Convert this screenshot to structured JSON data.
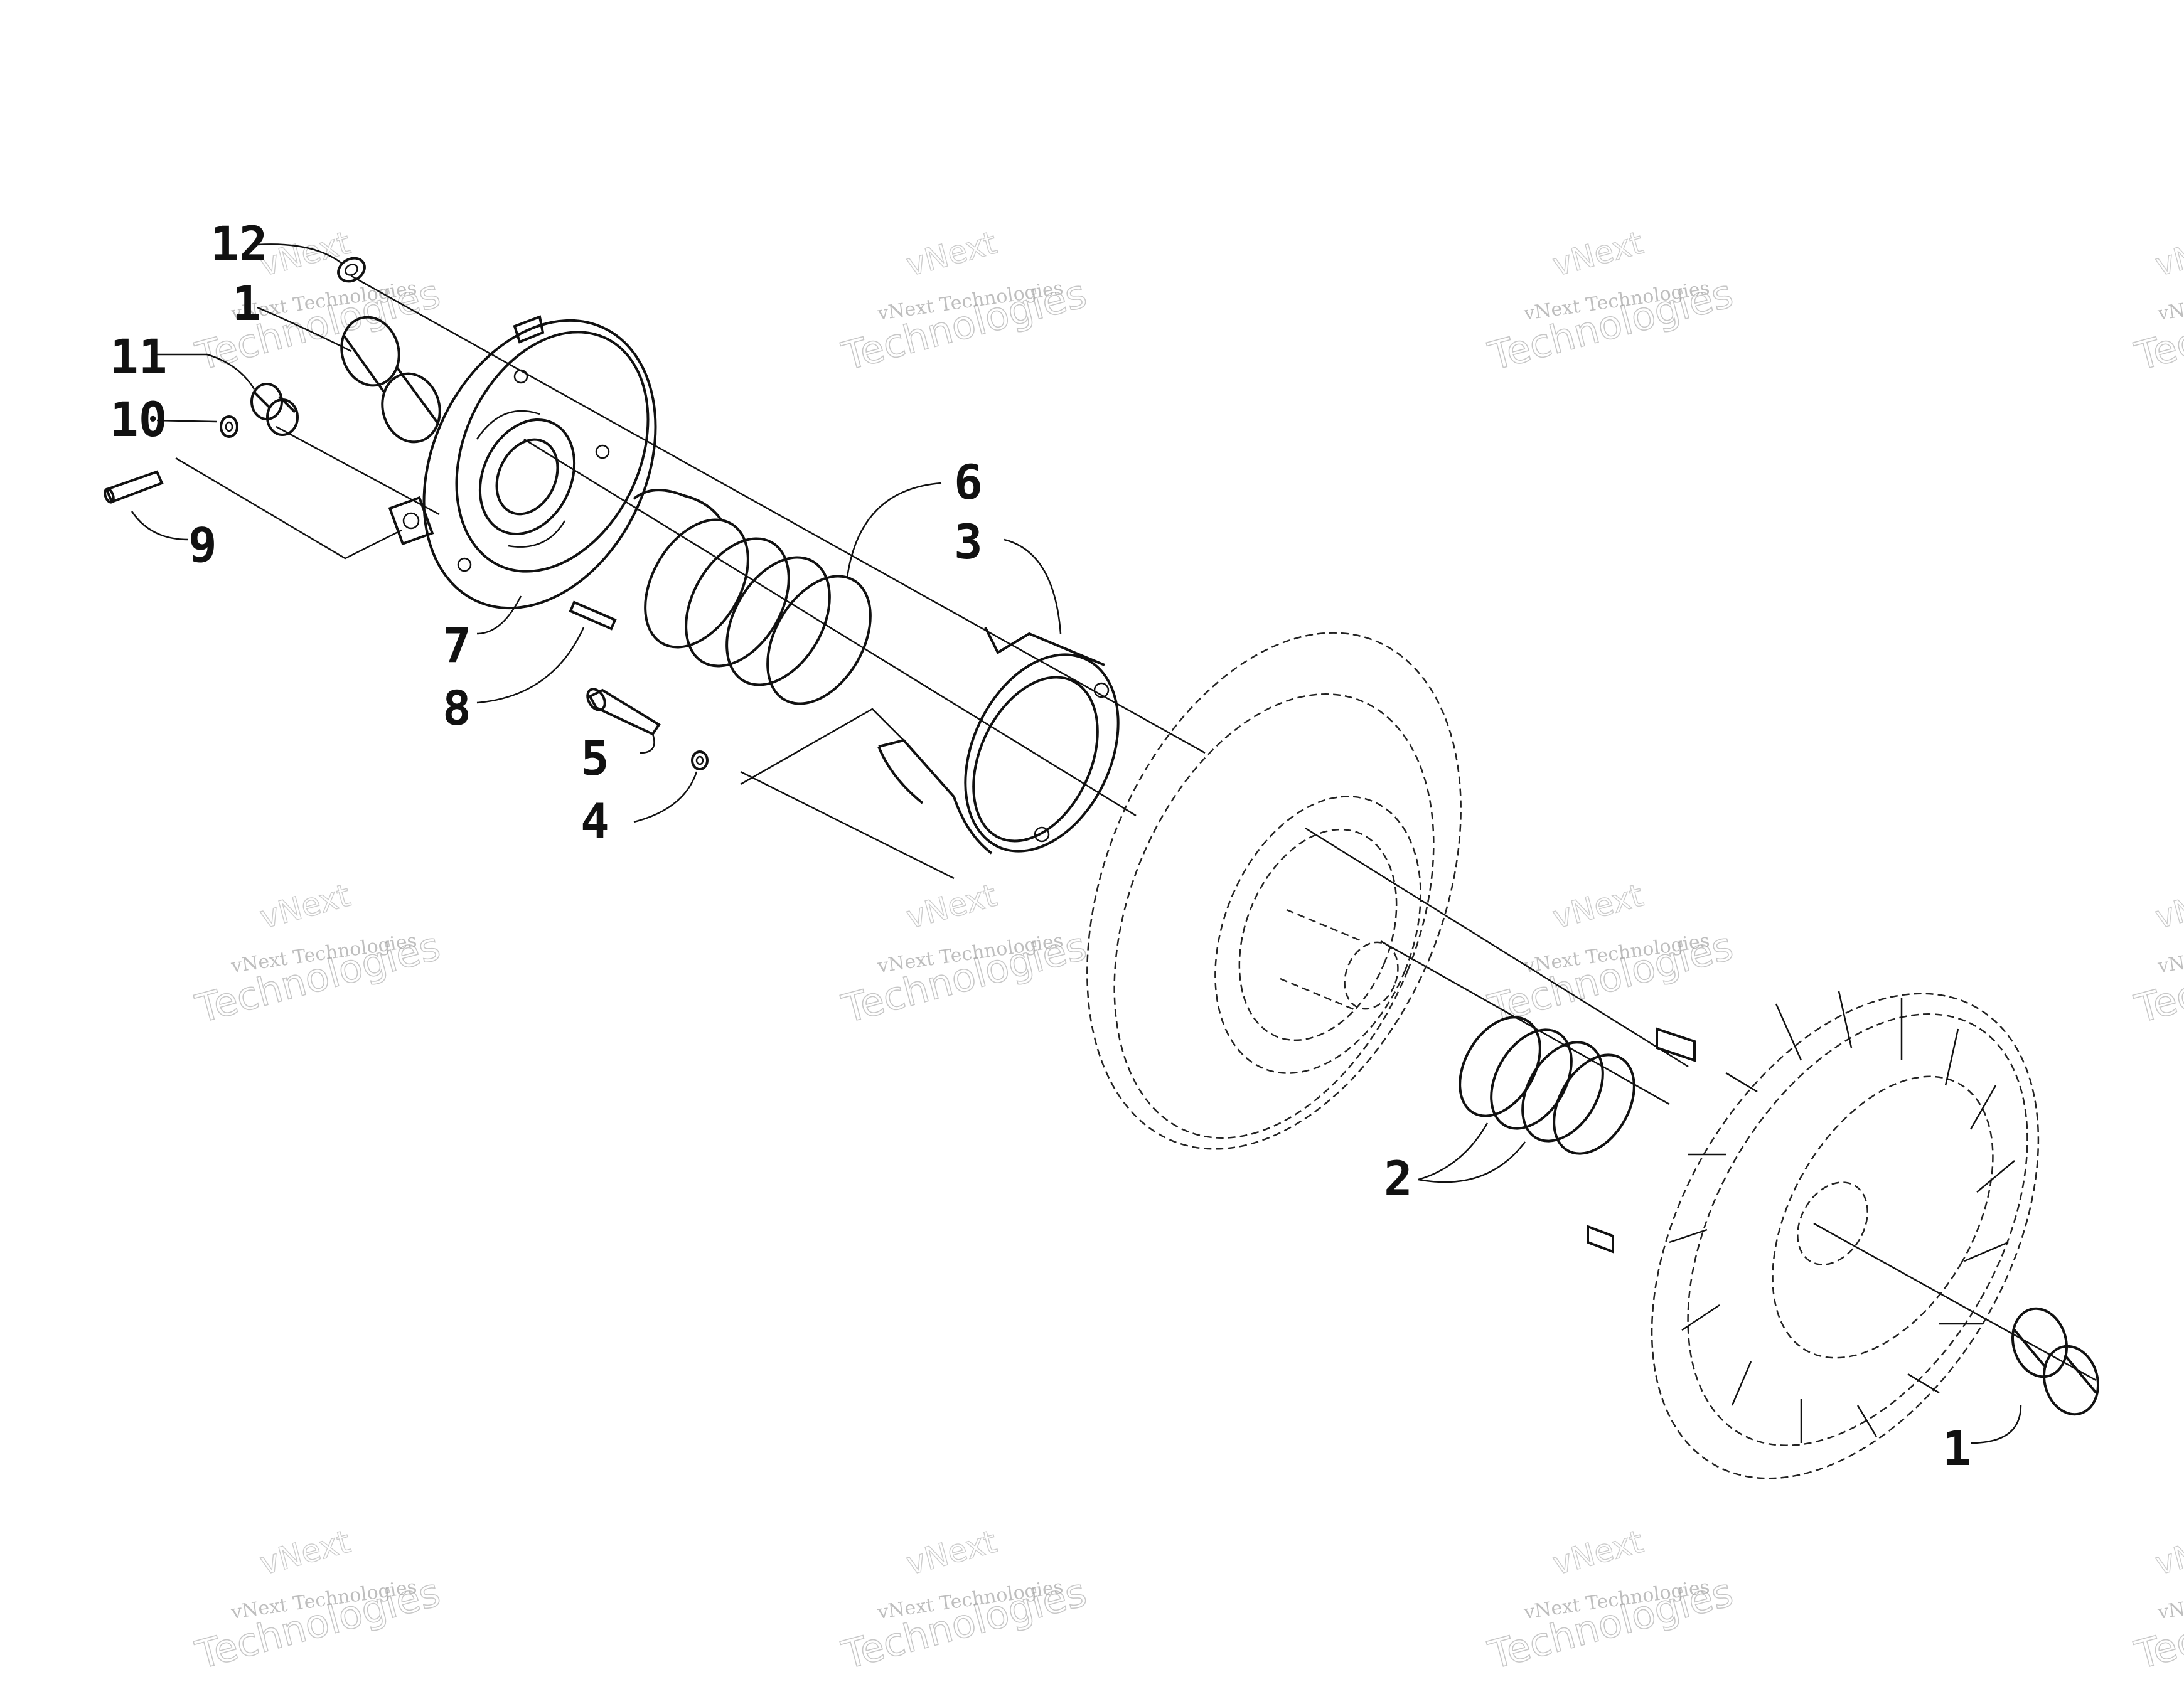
{
  "diagram": {
    "callouts": [
      {
        "id": "c12",
        "label": "12"
      },
      {
        "id": "c1a",
        "label": "1"
      },
      {
        "id": "c11",
        "label": "11"
      },
      {
        "id": "c10",
        "label": "10"
      },
      {
        "id": "c9",
        "label": "9"
      },
      {
        "id": "c7",
        "label": "7"
      },
      {
        "id": "c8",
        "label": "8"
      },
      {
        "id": "c6",
        "label": "6"
      },
      {
        "id": "c3",
        "label": "3"
      },
      {
        "id": "c5",
        "label": "5"
      },
      {
        "id": "c4",
        "label": "4"
      },
      {
        "id": "c2",
        "label": "2"
      },
      {
        "id": "c1b",
        "label": "1"
      }
    ]
  },
  "watermark": {
    "line1": "vNext",
    "line2": "vNext Technologies",
    "line3": "Technologies"
  }
}
